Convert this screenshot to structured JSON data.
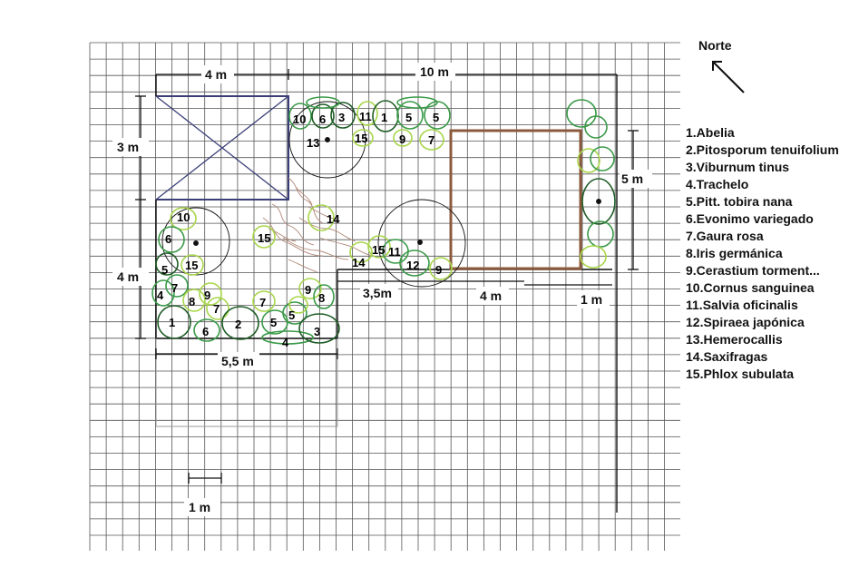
{
  "north_label": "Norte",
  "dimensions": {
    "top_4m": "4 m",
    "top_10m": "10 m",
    "left_3m": "3 m",
    "left_4m": "4 m",
    "right_5m": "5 m",
    "bottom_55m": "5,5 m",
    "mid_35m": "3,5m",
    "mid_4m": "4 m",
    "mid_1m": "1 m",
    "scale_1m": "1 m"
  },
  "legend": [
    "1.Abelia",
    "2.Pitosporum tenuifolium",
    "3.Viburnum tinus",
    "4.Trachelo",
    "5.Pitt. tobira nana",
    "6.Evonimo variegado",
    "7.Gaura rosa",
    "8.Iris germánica",
    "9.Cerastium torment...",
    "10.Cornus sanguinea",
    "11.Salvia oficinalis",
    "12.Spiraea japónica",
    "13.Hemerocallis",
    "14.Saxifragas",
    "15.Phlox subulata"
  ],
  "plant_labels": {
    "t10": "10",
    "t6": "6",
    "t3": "3",
    "t11": "11",
    "t1": "1",
    "t5a": "5",
    "t5b": "5",
    "t13": "13",
    "t15a": "15",
    "t9a": "9",
    "t7a": "7",
    "m14a": "14",
    "m15": "15",
    "m15b": "15",
    "m11": "11",
    "m12": "12",
    "m9": "9",
    "m14b": "14",
    "l10": "10",
    "l6": "6",
    "l15": "15",
    "l5": "5",
    "l7": "7",
    "l4": "4",
    "l8": "8",
    "l9": "9",
    "b7": "7",
    "b1": "1",
    "b6": "6",
    "b2": "2",
    "b7b": "7",
    "b5a": "5",
    "b5b": "5",
    "b4": "4",
    "b3": "3",
    "b9": "9",
    "b8": "8"
  },
  "colors": {
    "grid": "#555555",
    "house": "#3b3f77",
    "pergola": "#8b5a3c",
    "plant_dark": "#1f5c26",
    "plant_mid": "#3a9a48",
    "plant_light": "#a8d64a",
    "path": "#b08878"
  }
}
